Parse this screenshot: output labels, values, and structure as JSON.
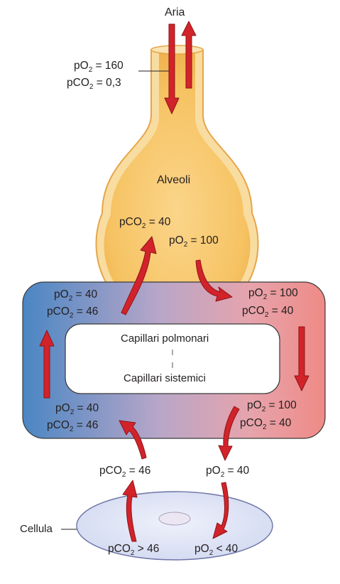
{
  "labels": {
    "aria": "Aria",
    "alveoli": "Alveoli",
    "cellula": "Cellula",
    "capillari_polmonari": "Capillari polmonari",
    "capillari_sistemici": "Capillari sistemici"
  },
  "values": {
    "air_po2": "160",
    "air_pco2": "0,3",
    "alv_pco2": "40",
    "alv_po2": "100",
    "pulm_left_po2": "40",
    "pulm_left_pco2": "46",
    "pulm_right_po2": "100",
    "pulm_right_pco2": "40",
    "sys_left_po2": "40",
    "sys_left_pco2": "46",
    "sys_right_po2": "100",
    "sys_right_pco2": "40",
    "tissue_pco2": "46",
    "tissue_po2": "40",
    "cell_pco2": "> 46",
    "cell_po2": "< 40"
  },
  "colors": {
    "arrow_red": "#d2232a",
    "arrow_dark": "#8e1418",
    "venous_blue": "#4a86c4",
    "arterial_red": "#ec8c88",
    "alveolus_fill": "#f7c768",
    "alveolus_edge": "#e3a040",
    "cell_fill": "#dde3f5"
  }
}
